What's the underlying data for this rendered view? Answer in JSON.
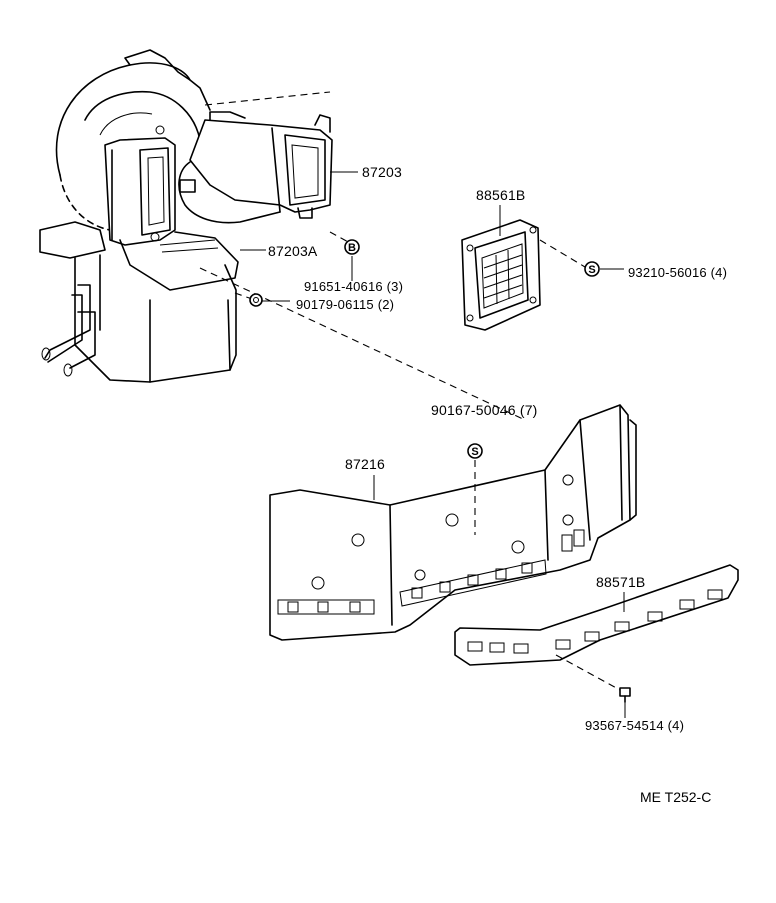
{
  "diagram": {
    "reference_code": "ME T252-C",
    "parts": [
      {
        "id": "87203",
        "label": "87203"
      },
      {
        "id": "87203A",
        "label": "87203A"
      },
      {
        "id": "88561B",
        "label": "88561B"
      },
      {
        "id": "87216",
        "label": "87216"
      },
      {
        "id": "88571B",
        "label": "88571B"
      }
    ],
    "fasteners": [
      {
        "id": "91651",
        "label": "91651-40616",
        "qty": "(3)",
        "symbol": "B"
      },
      {
        "id": "90179",
        "label": "90179-06115",
        "qty": "(2)",
        "symbol": ""
      },
      {
        "id": "93210",
        "label": "93210-56016",
        "qty": "(4)",
        "symbol": "S"
      },
      {
        "id": "90167",
        "label": "90167-50046",
        "qty": "(7)",
        "symbol": "S"
      },
      {
        "id": "93567",
        "label": "93567-54514",
        "qty": "(4)",
        "symbol": ""
      }
    ]
  }
}
